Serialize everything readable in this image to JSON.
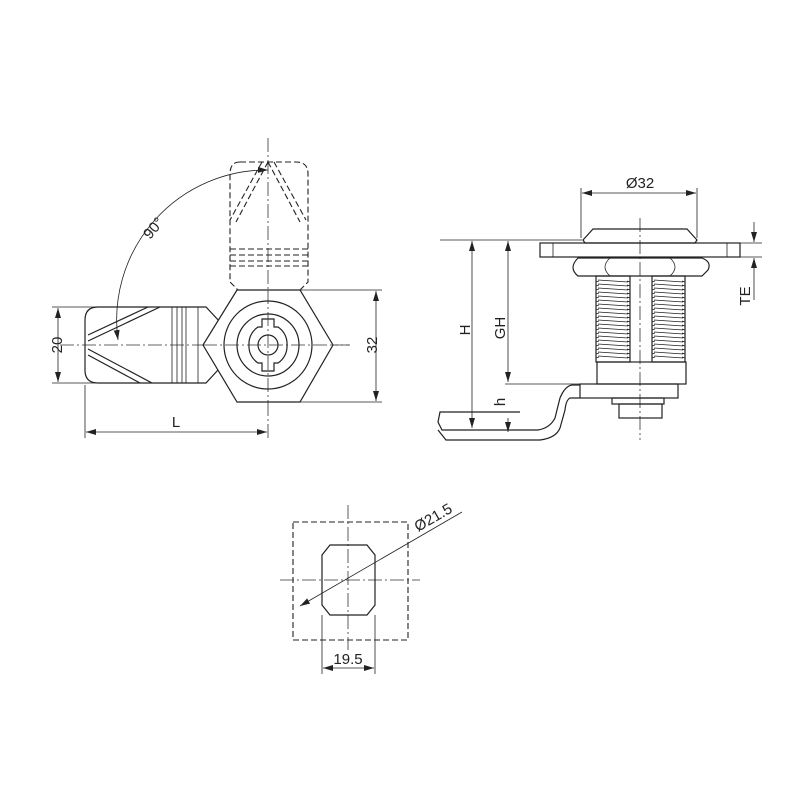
{
  "labels": {
    "angle": "90°",
    "handle_width": "20",
    "hex_size": "32",
    "length": "L",
    "diameter_top": "Ø32",
    "height": "H",
    "grip_height": "GH",
    "cam_offset": "h",
    "thickness": "TE",
    "cutout_diameter": "Ø21.5",
    "cutout_width": "19.5"
  }
}
